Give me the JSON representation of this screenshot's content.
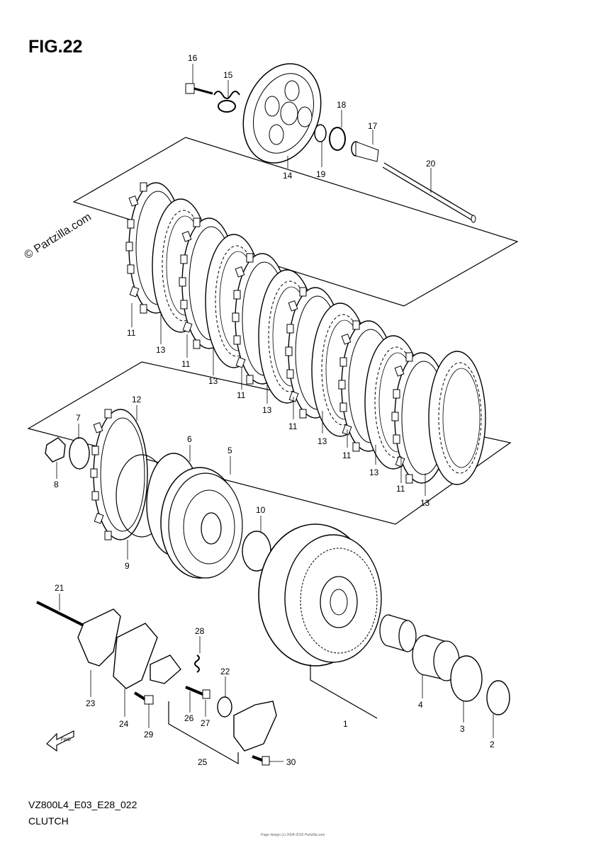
{
  "figure": {
    "title": "FIG.22",
    "watermark": "© Partzilla.com",
    "code": "VZ800L4_E03_E28_022",
    "caption": "CLUTCH",
    "footer": "Page design (c) 2004-2016 Partzilla.com"
  },
  "orientation_label": "FWD",
  "part_labels": [
    {
      "id": "16",
      "text": "16"
    },
    {
      "id": "15",
      "text": "15"
    },
    {
      "id": "14",
      "text": "14"
    },
    {
      "id": "18",
      "text": "18"
    },
    {
      "id": "17",
      "text": "17"
    },
    {
      "id": "19",
      "text": "19"
    },
    {
      "id": "20",
      "text": "20"
    },
    {
      "id": "11a",
      "text": "11"
    },
    {
      "id": "13a",
      "text": "13"
    },
    {
      "id": "11b",
      "text": "11"
    },
    {
      "id": "13b",
      "text": "13"
    },
    {
      "id": "11c",
      "text": "11"
    },
    {
      "id": "13c",
      "text": "13"
    },
    {
      "id": "11d",
      "text": "11"
    },
    {
      "id": "13d",
      "text": "13"
    },
    {
      "id": "11e",
      "text": "11"
    },
    {
      "id": "13e",
      "text": "13"
    },
    {
      "id": "11f",
      "text": "11"
    },
    {
      "id": "13f",
      "text": "13"
    },
    {
      "id": "12",
      "text": "12"
    },
    {
      "id": "7",
      "text": "7"
    },
    {
      "id": "8",
      "text": "8"
    },
    {
      "id": "6",
      "text": "6"
    },
    {
      "id": "5",
      "text": "5"
    },
    {
      "id": "10",
      "text": "10"
    },
    {
      "id": "9",
      "text": "9"
    },
    {
      "id": "21",
      "text": "21"
    },
    {
      "id": "23",
      "text": "23"
    },
    {
      "id": "24",
      "text": "24"
    },
    {
      "id": "28",
      "text": "28"
    },
    {
      "id": "22",
      "text": "22"
    },
    {
      "id": "29",
      "text": "29"
    },
    {
      "id": "26",
      "text": "26"
    },
    {
      "id": "27",
      "text": "27"
    },
    {
      "id": "25",
      "text": "25"
    },
    {
      "id": "30",
      "text": "30"
    },
    {
      "id": "1",
      "text": "1"
    },
    {
      "id": "4",
      "text": "4"
    },
    {
      "id": "3",
      "text": "3"
    },
    {
      "id": "2",
      "text": "2"
    }
  ]
}
